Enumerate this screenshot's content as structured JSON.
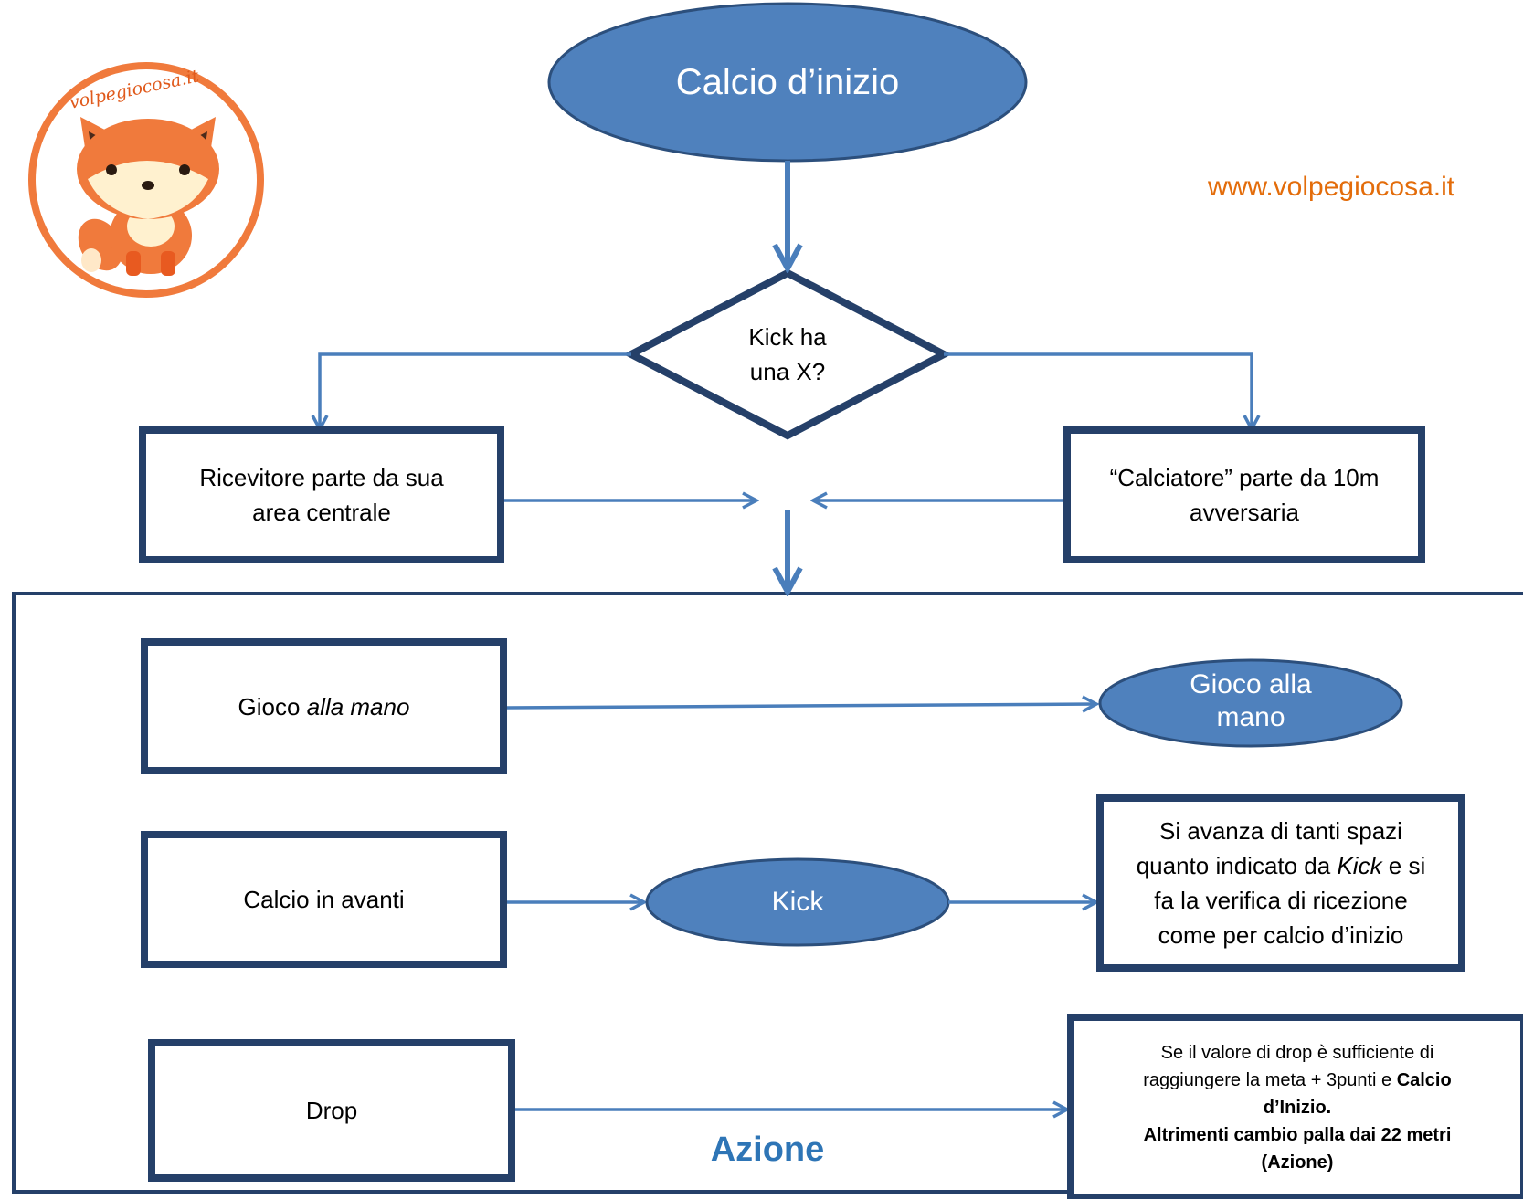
{
  "colors": {
    "node_fill": "#4f81bd",
    "node_stroke": "#2c4f7c",
    "arrow": "#4a7ebb",
    "box_border": "#254069",
    "url": "#e36c0a",
    "section_title": "#2e75b6",
    "logo_ring": "#f07a3c"
  },
  "logo": {
    "text": "volpegiocosa.it",
    "icon": "fox-logo-icon"
  },
  "url": "www.volpegiocosa.it",
  "nodes": {
    "start": "Calcio d’inizio",
    "decision": {
      "line1": "Kick ha",
      "line2": "una X?"
    },
    "receiver": {
      "line1": "Ricevitore parte da sua",
      "line2": "area centrale"
    },
    "kicker": {
      "line1": "“Calciatore” parte da 10m",
      "line2": "avversaria"
    },
    "hand_play": {
      "prefix": "Gioco ",
      "emphasis": "alla mano"
    },
    "hand_play_result": {
      "line1": "Gioco alla",
      "line2": "mano"
    },
    "forward_kick": "Calcio in avanti",
    "kick": "Kick",
    "kick_result": {
      "line1": "Si avanza di tanti spazi",
      "line2_prefix": "quanto indicato da ",
      "line2_emphasis": "Kick",
      "line2_suffix": " e si",
      "line3": "fa la verifica di ricezione",
      "line4": "come per calcio d’inizio"
    },
    "drop": "Drop",
    "drop_result": {
      "line1": "Se il valore di drop è sufficiente di",
      "line2_prefix": "raggiungere la meta + 3punti e ",
      "line2_bold": "Calcio",
      "line3_bold": "d’Inizio.",
      "line4_bold": "Altrimenti cambio palla dai 22 metri",
      "line5_bold": "(Azione)"
    }
  },
  "section_title": "Azione"
}
